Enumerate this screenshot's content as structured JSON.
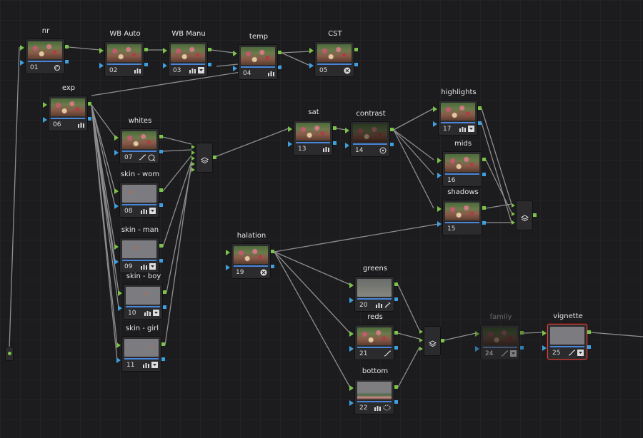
{
  "app": {
    "panel": "Node Editor"
  },
  "nodes": {
    "nr": {
      "label": "nr",
      "num": "01",
      "icons": [
        "hdr-wheel-icon"
      ]
    },
    "wbauto": {
      "label": "WB Auto",
      "num": "02",
      "icons": [
        "bars-icon"
      ]
    },
    "wbmanu": {
      "label": "WB Manu",
      "num": "03",
      "icons": [
        "bars-icon",
        "dropdown-icon"
      ]
    },
    "temp": {
      "label": "temp",
      "num": "04",
      "icons": [
        "bars-icon"
      ]
    },
    "cst": {
      "label": "CST",
      "num": "05",
      "icons": [
        "color-space-icon"
      ]
    },
    "exp": {
      "label": "exp",
      "num": "06",
      "icons": [
        "bars-icon"
      ]
    },
    "whites": {
      "label": "whites",
      "num": "07",
      "icons": [
        "curve-icon",
        "qualifier-icon"
      ]
    },
    "skinwom": {
      "label": "skin - wom",
      "num": "08",
      "icons": [
        "bars-icon",
        "dropdown-icon"
      ]
    },
    "skinman": {
      "label": "skin - man",
      "num": "09",
      "icons": [
        "bars-icon",
        "dropdown-icon"
      ]
    },
    "skinboy": {
      "label": "skin - boy",
      "num": "10",
      "icons": [
        "bars-icon",
        "dropdown-icon"
      ]
    },
    "skingirl": {
      "label": "skin - girl",
      "num": "11",
      "icons": [
        "bars-icon",
        "dropdown-icon"
      ]
    },
    "sat": {
      "label": "sat",
      "num": "13",
      "icons": [
        "bars-icon"
      ]
    },
    "contrast": {
      "label": "contrast",
      "num": "14",
      "icons": [
        "circle-window-icon"
      ]
    },
    "highlights": {
      "label": "highlights",
      "num": "17",
      "icons": [
        "bars-icon",
        "dropdown-icon"
      ]
    },
    "mids": {
      "label": "mids",
      "num": "16",
      "icons": []
    },
    "shadows": {
      "label": "shadows",
      "num": "15",
      "icons": []
    },
    "halation": {
      "label": "halation",
      "num": "19",
      "icons": [
        "color-space-icon"
      ]
    },
    "greens": {
      "label": "greens",
      "num": "20",
      "icons": [
        "bars-icon",
        "picker-icon"
      ]
    },
    "reds": {
      "label": "reds",
      "num": "21",
      "icons": [
        "curve-icon"
      ]
    },
    "bottom": {
      "label": "bottom",
      "num": "22",
      "icons": [
        "bars-icon",
        "dashed-window-icon"
      ]
    },
    "family": {
      "label": "family",
      "num": "24",
      "icons": [
        "curve-icon",
        "dropdown-icon"
      ]
    },
    "vignette": {
      "label": "vignette",
      "num": "25",
      "icons": [
        "curve-icon",
        "dropdown-icon"
      ]
    }
  },
  "colors": {
    "rgb_port": "#7cc34a",
    "alpha_port": "#3fa0e0",
    "wire": "#8e8e90",
    "selected_border": "#d34a3e",
    "background": "#1c1c1e"
  }
}
